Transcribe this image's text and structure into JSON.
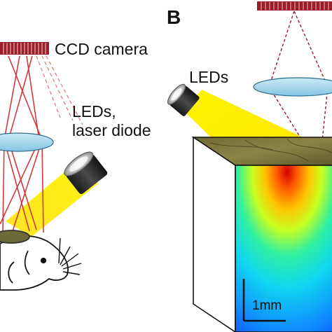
{
  "panel_a": {
    "camera_label": "CCD camera",
    "source_label_line1": "LEDs,",
    "source_label_line2": "laser diode"
  },
  "panel_b": {
    "letter": "B",
    "source_label": "LEDs",
    "scale_label": "1mm"
  },
  "colors": {
    "camera_red": "#9b1d2a",
    "ray_red": "#d33a3a",
    "lens_blue": "#9fd3ea",
    "light_yellow": "#ffee00"
  }
}
